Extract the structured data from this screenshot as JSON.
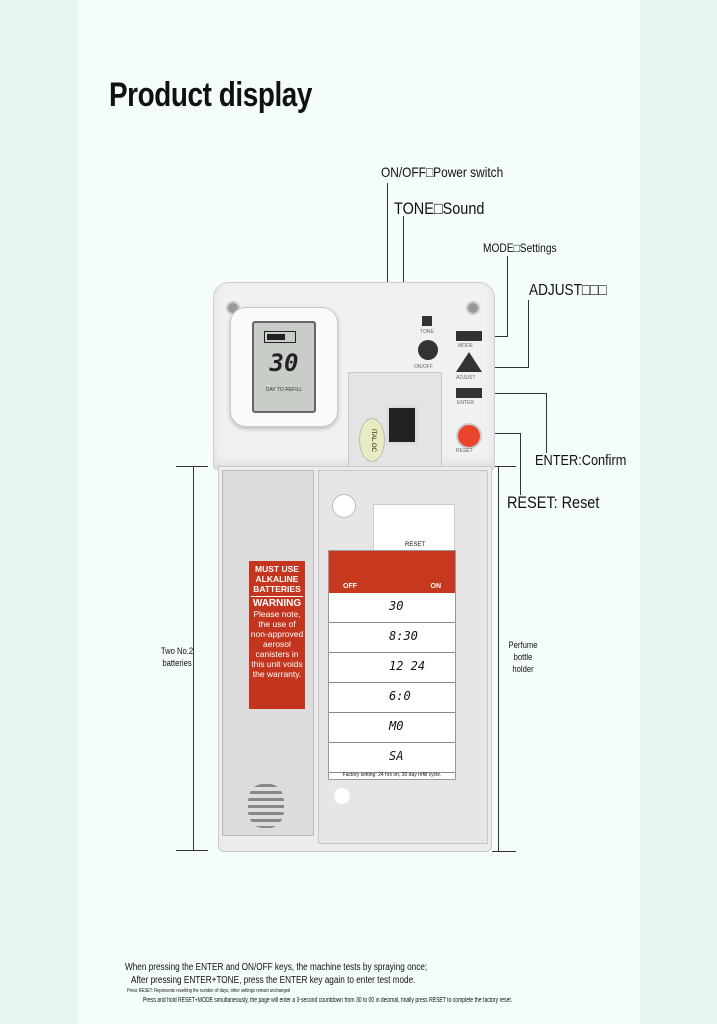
{
  "title": "Product display",
  "callouts": {
    "on_off": "ON/OFF□Power switch",
    "tone": "TONE□Sound",
    "mode": "MODE□Settings",
    "adjust": "ADJUST□□□",
    "enter": "ENTER:Confirm",
    "reset": "RESET: Reset"
  },
  "side_labels": {
    "batteries": "Two No.2 batteries",
    "holder": "Perfume bottle holder"
  },
  "device": {
    "lcd_number": "30",
    "lcd_caption": "DAY TO REFILL",
    "badge": "ITAL.OC",
    "tiny_tone": "TONE",
    "tiny_onoff": "ON/OFF",
    "tiny_mode": "MODE",
    "tiny_adjust": "ADJUST",
    "tiny_enter": "ENTER",
    "tiny_reset": "RESET"
  },
  "warning_label": {
    "header": "MUST USE ALKALINE BATTERIES",
    "title": "WARNING",
    "body": "Please note, the use of non-approved aerosol canisters in this unit voids the warranty."
  },
  "chart": {
    "off": "OFF",
    "on": "ON",
    "steps_label": "RESET",
    "rows": [
      "30",
      "8:30",
      "12 24",
      "6:0",
      "M0",
      "SA"
    ],
    "footer": "Factory setting: 24 hrs on, 30 day refill cycle."
  },
  "notes": {
    "line1": "When pressing the ENTER and ON/OFF keys, the machine tests by spraying once;",
    "line2": "After pressing ENTER+TONE, press the ENTER key again to enter test mode.",
    "line3": "Press RESET: Represents resetting the number of days, other settings remain unchanged",
    "line4": "Press and hold RESET+MODE simultaneously, the page will enter a 3-second countdown from 30 to 00 in decimal, finally press RESET to complete the factory reset."
  }
}
